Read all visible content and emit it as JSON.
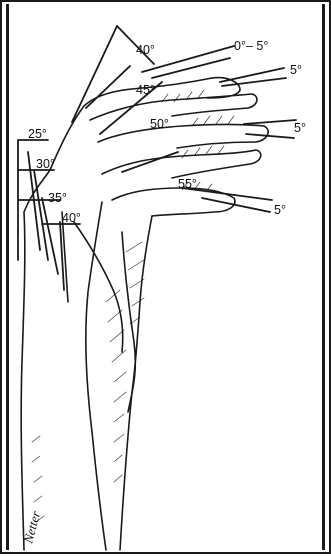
{
  "illustration": {
    "signature": "Netter",
    "angles": {
      "a_0_5": "0°– 5°",
      "a_5_top": "5°",
      "a_5_mid": "5°",
      "a_5_low": "5°",
      "a_40_top": "40°",
      "a_45": "45°",
      "a_50": "50°",
      "a_55": "55°",
      "a_25": "25°",
      "a_30": "30°",
      "a_35": "35°",
      "a_40_low": "40°"
    }
  }
}
